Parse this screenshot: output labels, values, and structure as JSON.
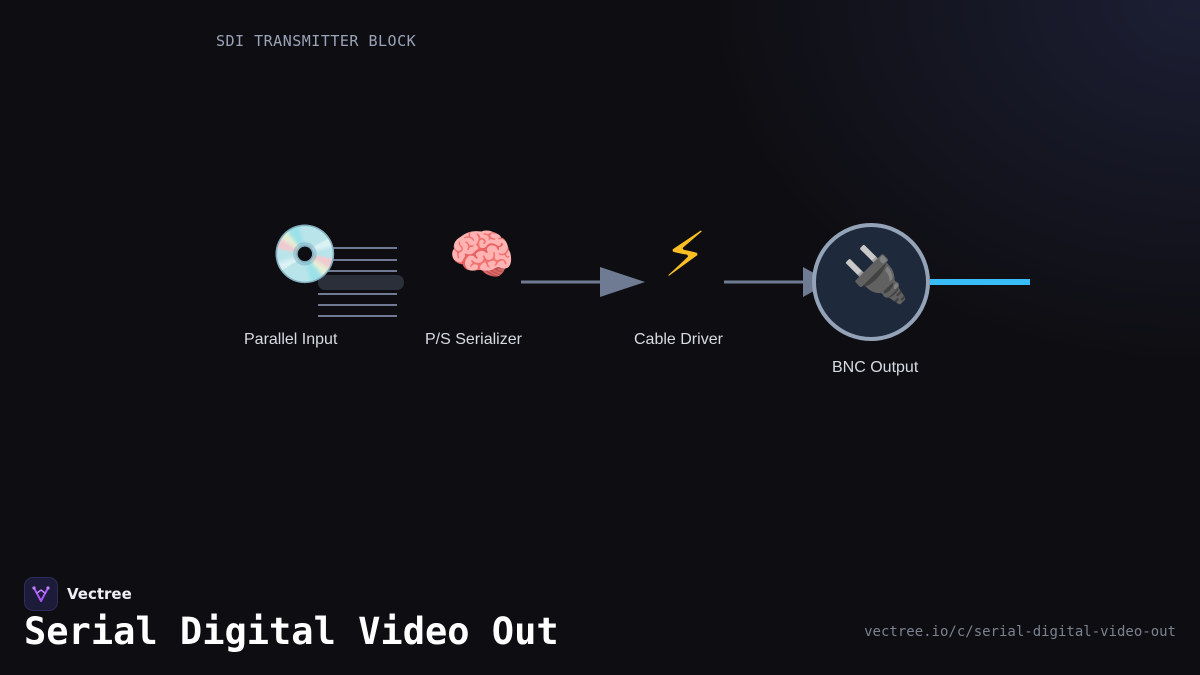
{
  "block_title": "SDI TRANSMITTER BLOCK",
  "nodes": [
    {
      "label": "Parallel Input",
      "icon": "💿",
      "icon_name": "disc-icon"
    },
    {
      "label": "P/S Serializer",
      "icon": "🧠",
      "icon_name": "brain-icon"
    },
    {
      "label": "Cable Driver",
      "icon": "⚡",
      "icon_name": "lightning-icon"
    },
    {
      "label": "BNC Output",
      "icon": "🔌",
      "icon_name": "plug-icon"
    }
  ],
  "brand": {
    "name": "Vectree"
  },
  "title": "Serial Digital Video Out",
  "url": "vectree.io/c/serial-digital-video-out",
  "colors": {
    "background": "#0e0e12",
    "arrow": "#6e7b93",
    "output_line": "#38bdf8",
    "bnc_circle_fill": "#1e293b",
    "bnc_circle_stroke": "#94a3b8"
  }
}
